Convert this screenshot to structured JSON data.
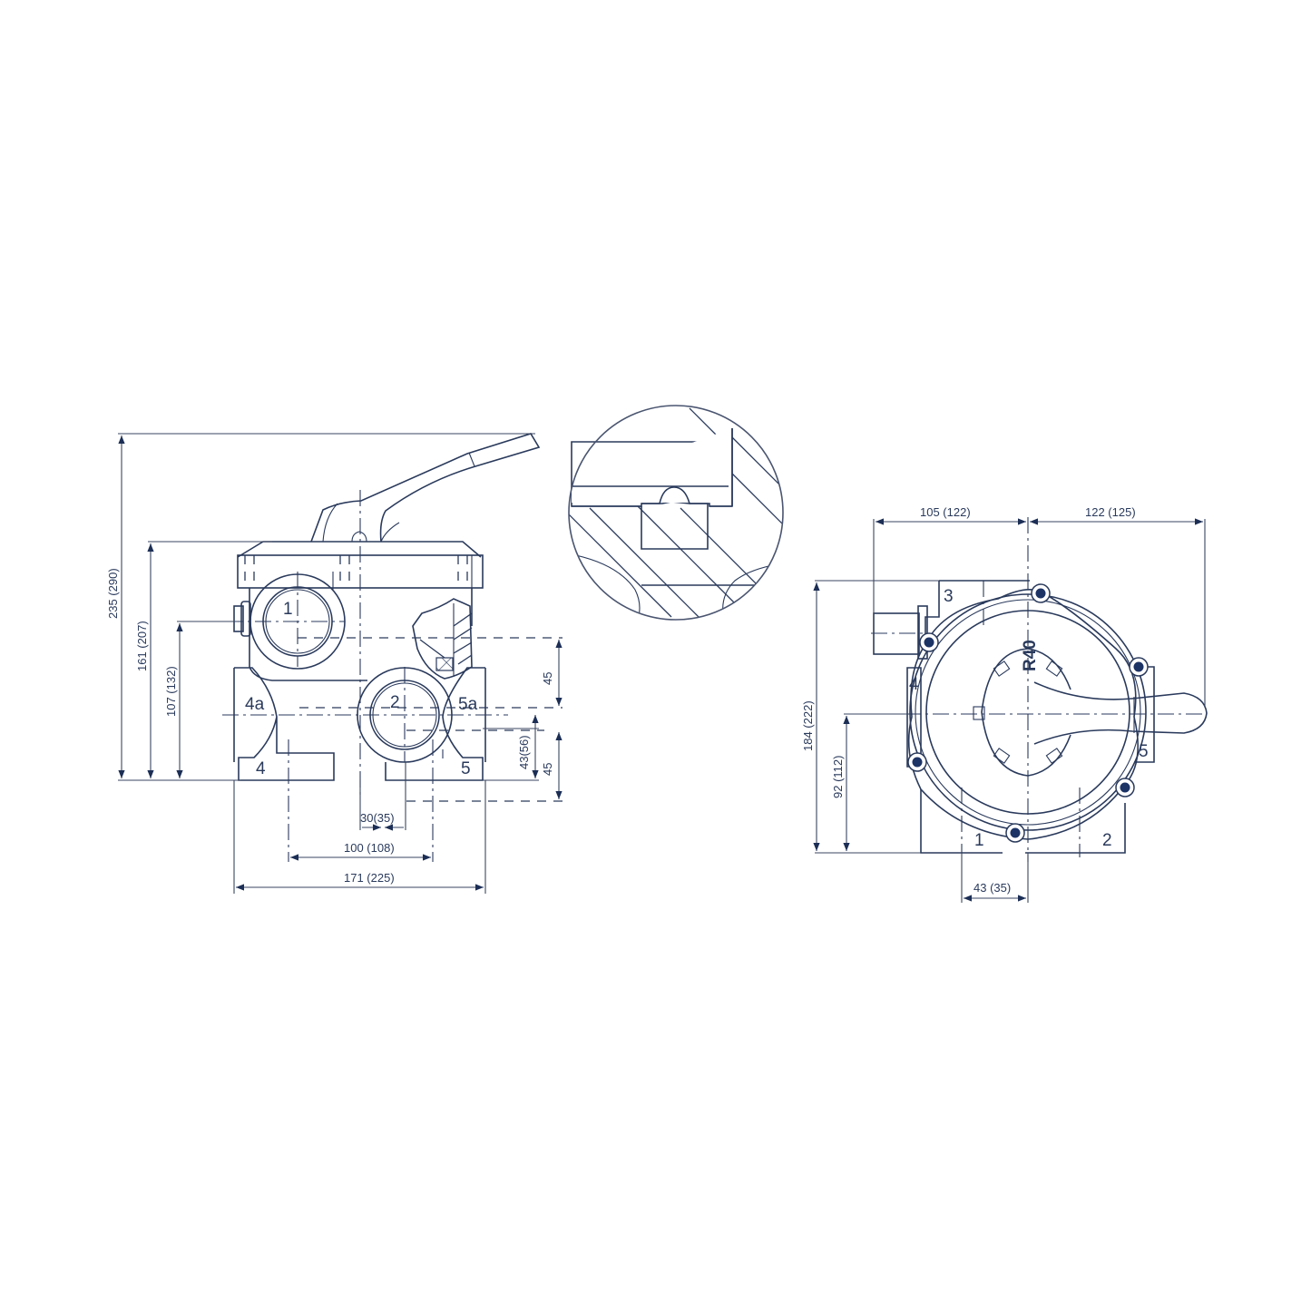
{
  "drawing": {
    "subject": "6-way multiport valve technical drawing",
    "colors": {
      "line": "#2a3a5c",
      "arrow": "#1c2e55",
      "bolt": "#1c3366",
      "background": "#ffffff"
    },
    "side_view": {
      "port_labels": {
        "p1": "1",
        "p2": "2",
        "p4": "4",
        "p4a": "4a",
        "p5": "5",
        "p5a": "5a"
      },
      "dimensions": {
        "total_height": "235 (290)",
        "body_height": "161 (207)",
        "port1_height": "107 (132)",
        "offset_upper": "45",
        "offset_lower": "45",
        "port_height": "43(56)",
        "port_gap": "30(35)",
        "port_spacing": "100 (108)",
        "total_width": "171 (225)"
      }
    },
    "detail_view": {
      "description": "seal detail (cross-hatched gasket)"
    },
    "top_view": {
      "marking": "R40",
      "port_labels": {
        "p1": "1",
        "p2": "2",
        "p3": "3",
        "p4": "4",
        "p5": "5"
      },
      "dimensions": {
        "left_width": "105 (122)",
        "right_width": "122 (125)",
        "total_height": "184 (222)",
        "center_height": "92 (112)",
        "port_offset": "43 (35)"
      }
    }
  }
}
